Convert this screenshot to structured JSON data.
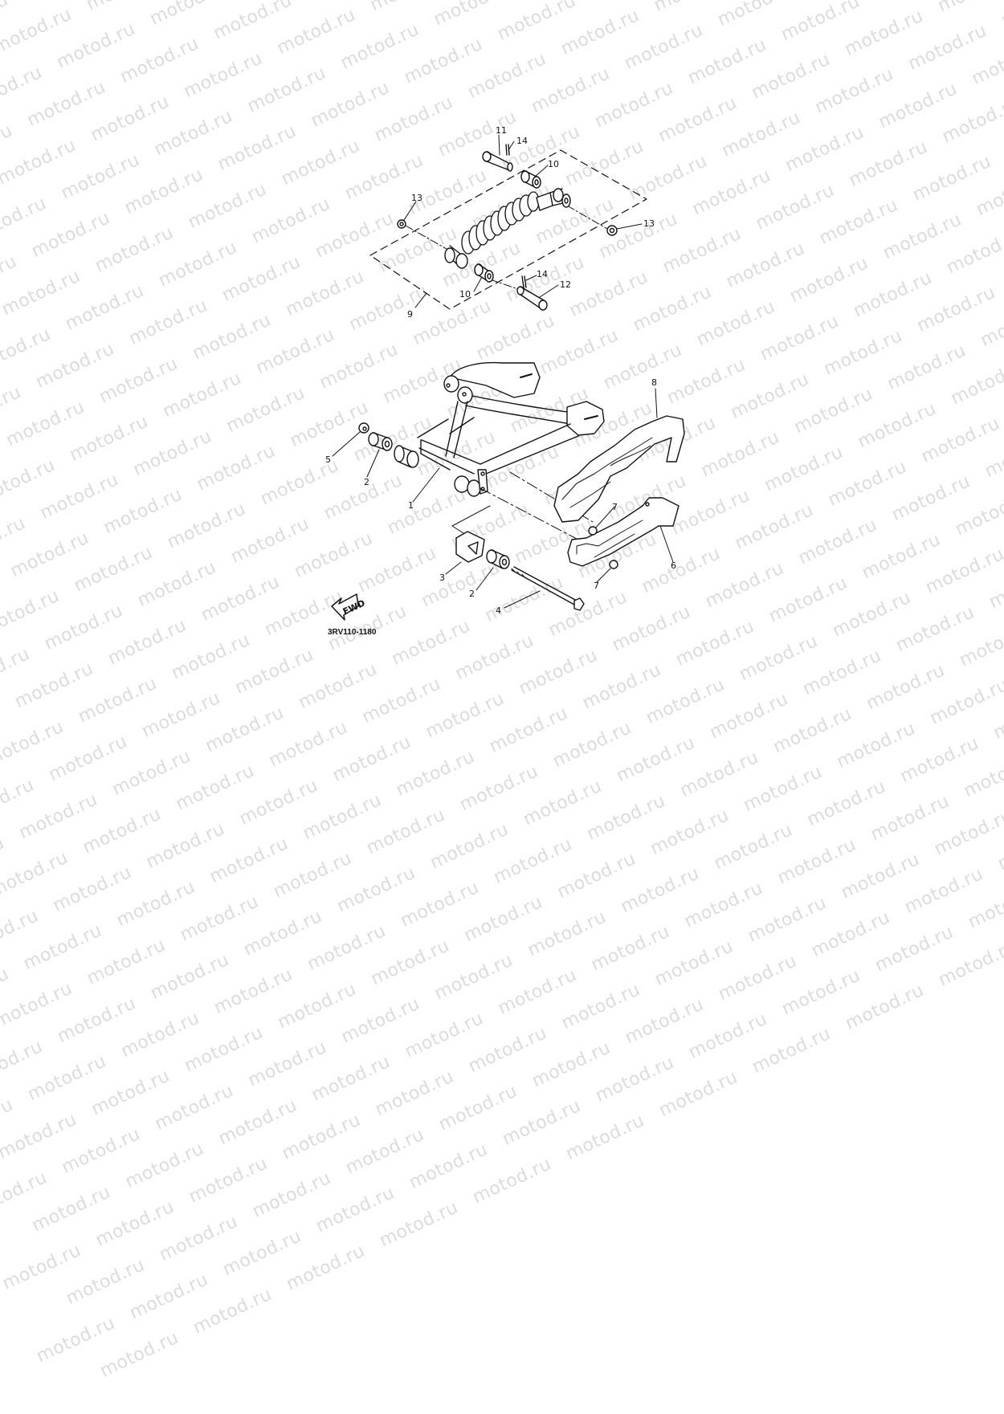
{
  "watermark": {
    "text": "motod.ru",
    "color": "#dcdcdc"
  },
  "diagram": {
    "code": "3RV110-1180",
    "fwd_label": "FWD",
    "line_color": "#111111",
    "callouts": [
      {
        "id": "1",
        "label": "1",
        "part": "rear-arm"
      },
      {
        "id": "2a",
        "label": "2",
        "part": "bushing-upper"
      },
      {
        "id": "2b",
        "label": "2",
        "part": "bushing-lower"
      },
      {
        "id": "3",
        "label": "3",
        "part": "bushing-triangular"
      },
      {
        "id": "4",
        "label": "4",
        "part": "pivot-shaft-bolt"
      },
      {
        "id": "5",
        "label": "5",
        "part": "nut"
      },
      {
        "id": "6",
        "label": "6",
        "part": "chain-guide"
      },
      {
        "id": "7a",
        "label": "7",
        "part": "bolt-upper"
      },
      {
        "id": "7b",
        "label": "7",
        "part": "bolt-lower"
      },
      {
        "id": "8",
        "label": "8",
        "part": "chain-case"
      },
      {
        "id": "9",
        "label": "9",
        "part": "rear-shock-absorber-assembly"
      },
      {
        "id": "10a",
        "label": "10",
        "part": "collar-upper"
      },
      {
        "id": "10b",
        "label": "10",
        "part": "collar-lower"
      },
      {
        "id": "11",
        "label": "11",
        "part": "pin-upper"
      },
      {
        "id": "12",
        "label": "12",
        "part": "pin-lower"
      },
      {
        "id": "13a",
        "label": "13",
        "part": "washer-left"
      },
      {
        "id": "13b",
        "label": "13",
        "part": "washer-right"
      },
      {
        "id": "14a",
        "label": "14",
        "part": "cotter-pin-upper"
      },
      {
        "id": "14b",
        "label": "14",
        "part": "cotter-pin-lower"
      }
    ]
  }
}
